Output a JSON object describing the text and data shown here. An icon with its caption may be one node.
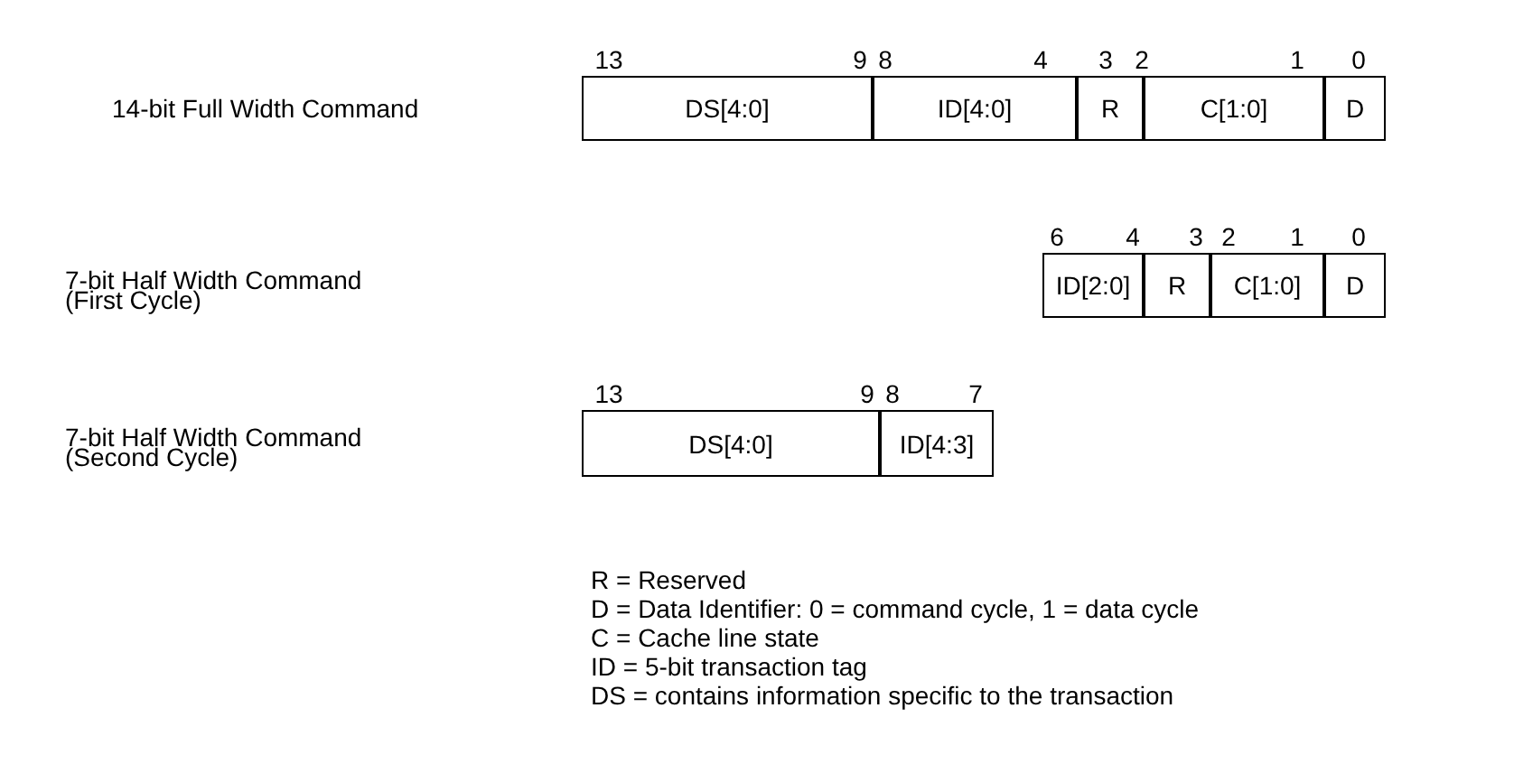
{
  "diagram": {
    "nodes": [
      {
        "text": [
          "DS[4:0]"
        ]
      },
      {
        "text": [
          "ID[4:0]"
        ]
      },
      {
        "text": [
          "R"
        ]
      },
      {
        "text": [
          "C[1:0]"
        ]
      },
      {
        "text": [
          "D"
        ]
      },
      {
        "text": [
          "ID[2:0]"
        ]
      },
      {
        "text": [
          "R"
        ]
      },
      {
        "text": [
          "C[1:0]"
        ]
      },
      {
        "text": [
          "D"
        ]
      },
      {
        "text": [
          "DS[4:0]"
        ]
      },
      {
        "text": [
          "ID[4:3]"
        ]
      }
    ],
    "labels": [
      "13",
      "9",
      "8",
      "4",
      "3",
      "2",
      "1",
      "0",
      "14-bit Full Width Command",
      "6",
      "4",
      "3",
      "2",
      "1",
      "0",
      "7-bit Half Width Command",
      "(First Cycle)",
      "13",
      "9",
      "8",
      "7",
      "7-bit Half Width Command",
      "(Second Cycle)",
      "R = Reserved",
      "D = Data Identifier: 0 = command cycle, 1 = data cycle",
      "C = Cache line state",
      "ID = 5-bit transaction tag",
      "DS = contains information specific to the transaction"
    ]
  }
}
